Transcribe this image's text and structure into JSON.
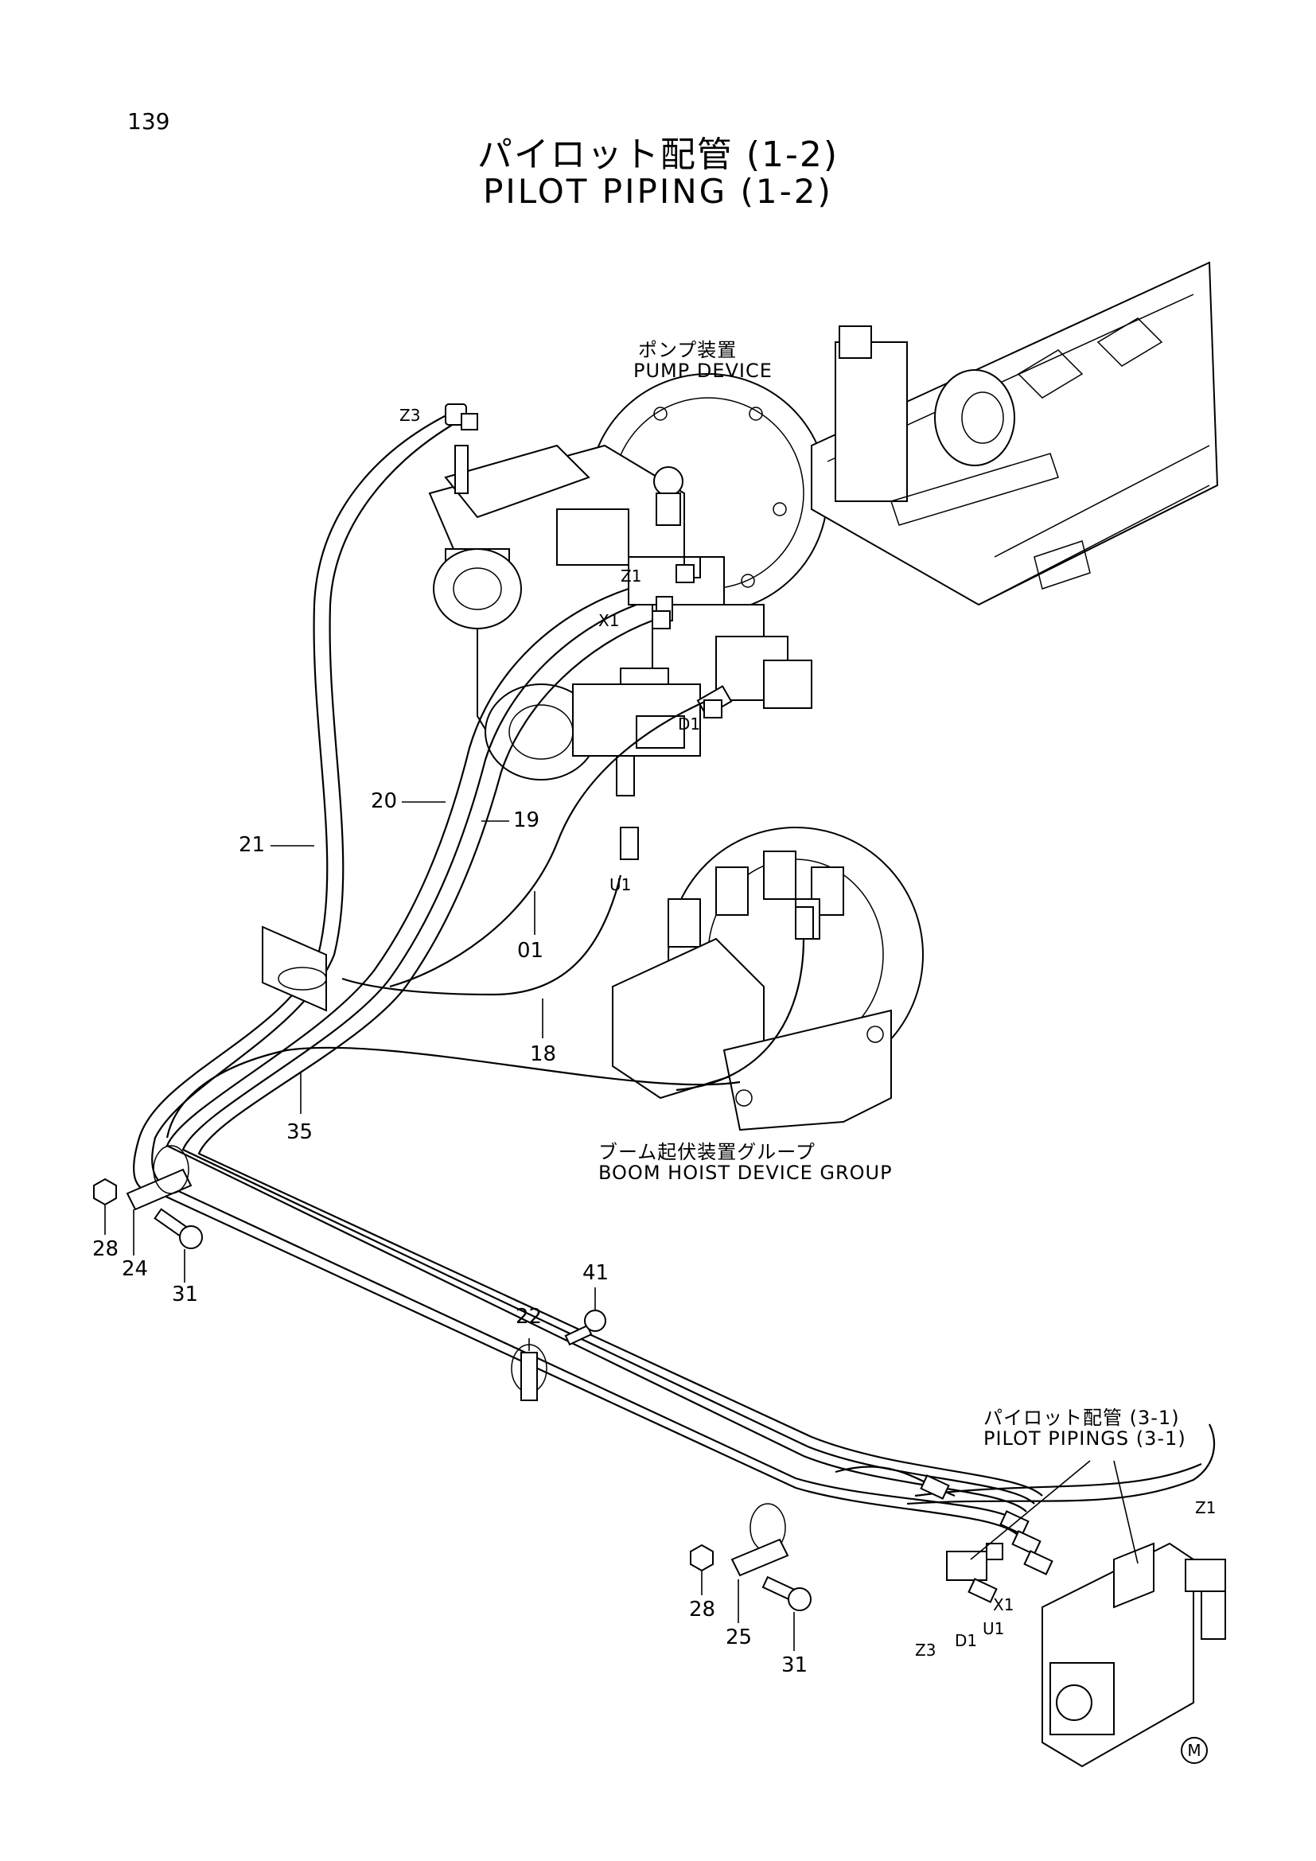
{
  "page_number": "139",
  "title": {
    "jp": "パイロット配管 (1-2)",
    "en": "PILOT PIPING (1-2)"
  },
  "assemblies": {
    "pump_device": {
      "jp": "ポンプ装置",
      "en": "PUMP DEVICE"
    },
    "boom_hoist": {
      "jp": "ブーム起伏装置グループ",
      "en": "BOOM HOIST DEVICE GROUP"
    },
    "pilot_pipings": {
      "jp": "パイロット配管 (3-1)",
      "en": "PILOT PIPINGS (3-1)"
    }
  },
  "port_labels": {
    "z3_top": "Z3",
    "z1_top": "Z1",
    "x1_top": "X1",
    "d1_top": "D1",
    "u1_mid": "U1",
    "z1_bottom": "Z1",
    "x1_bottom": "X1",
    "u1_bottom": "U1",
    "z3_bottom": "Z3",
    "d1_bottom": "D1"
  },
  "part_callouts": {
    "p20": "20",
    "p19": "19",
    "p21": "21",
    "p01": "01",
    "p18": "18",
    "p35": "35",
    "p28a": "28",
    "p24": "24",
    "p31a": "31",
    "p41": "41",
    "p22": "22",
    "p28b": "28",
    "p25": "25",
    "p31b": "31"
  },
  "corner_mark": "M"
}
